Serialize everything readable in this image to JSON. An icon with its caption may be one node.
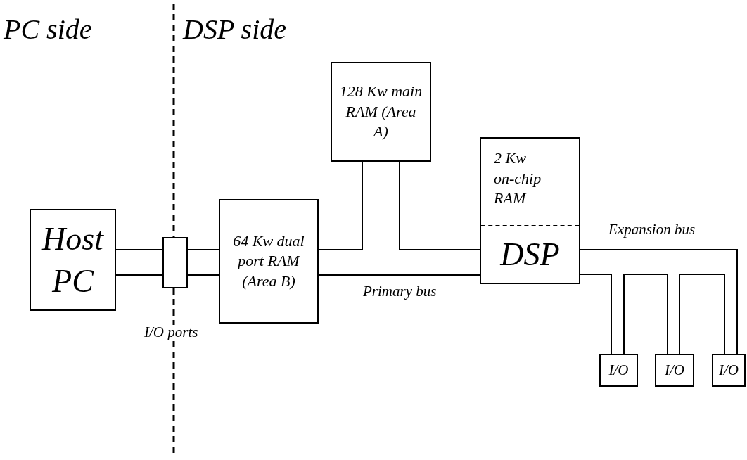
{
  "diagram": {
    "nodes": [
      {
        "text": [
          "Host PC"
        ]
      },
      {
        "text": [],
        "shape": "box"
      },
      {
        "text": [
          "64 Kw dual port RAM (Area B)"
        ]
      },
      {
        "text": [
          "128 Kw main RAM (Area A)"
        ]
      },
      {
        "text": [
          "2 Kw on-chip RAM",
          "DSP"
        ]
      },
      {
        "text": [
          "I/O"
        ]
      },
      {
        "text": [
          "I/O"
        ]
      },
      {
        "text": [
          "I/O"
        ]
      }
    ],
    "edges": [
      {
        "from": 0,
        "to": 1,
        "arrow": "none"
      },
      {
        "from": 0,
        "to": 1,
        "arrow": "none"
      },
      {
        "from": 1,
        "to": 2,
        "arrow": "none"
      },
      {
        "from": 1,
        "to": 2,
        "arrow": "none"
      },
      {
        "from": 2,
        "to": 3,
        "arrow": "none"
      },
      {
        "from": 3,
        "to": 4,
        "arrow": "none"
      },
      {
        "from": 2,
        "to": 4,
        "arrow": "none",
        "label": "Primary bus"
      },
      {
        "from": 4,
        "to": 7,
        "arrow": "none",
        "label": "Expansion bus"
      },
      {
        "from": 4,
        "to": 5,
        "arrow": "none"
      },
      {
        "from": 5,
        "to": 6,
        "arrow": "none"
      },
      {
        "from": 6,
        "to": 7,
        "arrow": "none"
      }
    ],
    "labels": [
      "PC side",
      "DSP side",
      "I/O ports"
    ]
  }
}
